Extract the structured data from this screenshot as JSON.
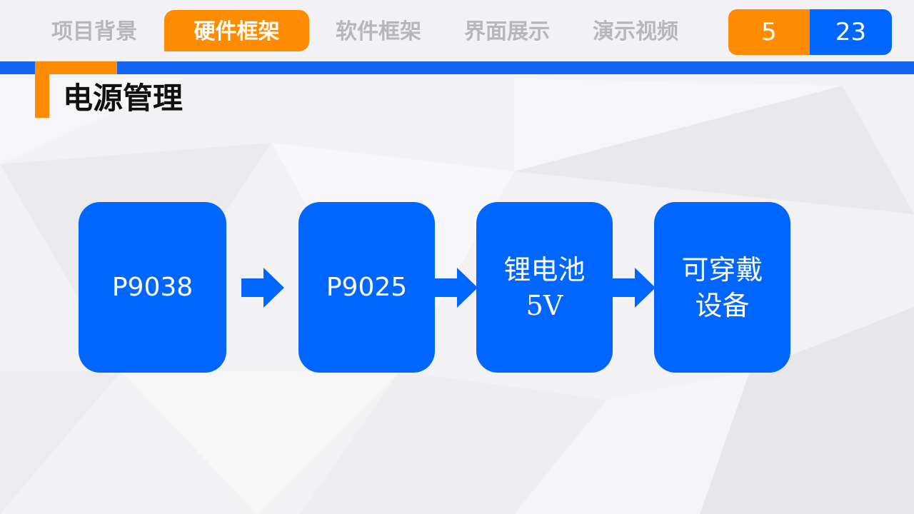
{
  "nav": {
    "tabs": [
      {
        "label": "项目背景",
        "active": false
      },
      {
        "label": "硬件框架",
        "active": true
      },
      {
        "label": "软件框架",
        "active": false
      },
      {
        "label": "界面展示",
        "active": false
      },
      {
        "label": "演示视频",
        "active": false
      }
    ],
    "page_current": "5",
    "page_total": "23"
  },
  "section": {
    "title": "电源管理"
  },
  "flow": {
    "nodes": [
      {
        "label": "P9038"
      },
      {
        "label": "P9025"
      },
      {
        "label": "锂电池\n5V"
      },
      {
        "label": "可穿戴\n设备"
      }
    ],
    "arrow_icon": "right-arrow-icon"
  },
  "colors": {
    "accent_orange": "#ff8c00",
    "primary_blue": "#0066ff",
    "bar_blue": "#1466f2",
    "inactive_tab_text": "#b7b7bb"
  }
}
